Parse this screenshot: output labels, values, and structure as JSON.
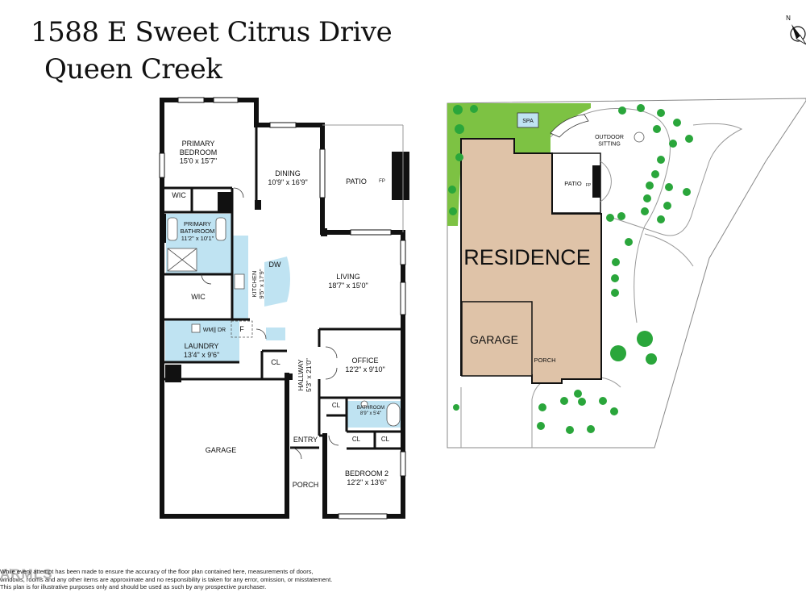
{
  "header": {
    "address_line1": "1588 E Sweet Citrus Drive",
    "address_line2": "Queen Creek"
  },
  "compass": {
    "label": "N"
  },
  "floor_plan": {
    "rooms": [
      {
        "id": "primary-bedroom",
        "name": "PRIMARY\nBEDROOM",
        "dims": "15'0 x 15'7\""
      },
      {
        "id": "dining",
        "name": "DINING",
        "dims": "10'9\" x 16'9\""
      },
      {
        "id": "patio",
        "name": "PATIO"
      },
      {
        "id": "fireplace",
        "name": "FP"
      },
      {
        "id": "wic-top",
        "name": "WIC"
      },
      {
        "id": "primary-bathroom",
        "name": "PRIMARY\nBATHROOM",
        "dims": "11'2\" x 10'1\""
      },
      {
        "id": "kitchen",
        "name": "KITCHEN",
        "dims": "9'5\" x 17'9\""
      },
      {
        "id": "dishwasher",
        "name": "DW"
      },
      {
        "id": "living",
        "name": "LIVING",
        "dims": "18'7\" x 15'0\""
      },
      {
        "id": "wic",
        "name": "WIC"
      },
      {
        "id": "washer-dryer",
        "name": "WM|| DR"
      },
      {
        "id": "fridge",
        "name": "F"
      },
      {
        "id": "laundry",
        "name": "LAUNDRY",
        "dims": "13'4\" x 9'6\""
      },
      {
        "id": "closet-hall",
        "name": "CL"
      },
      {
        "id": "hallway",
        "name": "HALLWAY",
        "dims": "5'3\" x 21'0\""
      },
      {
        "id": "office",
        "name": "OFFICE",
        "dims": "12'2\" x 9'10\""
      },
      {
        "id": "closet-office",
        "name": "CL"
      },
      {
        "id": "bathroom",
        "name": "BATHROOM",
        "dims": "8'9\" x 5'4\""
      },
      {
        "id": "closet-b2-a",
        "name": "CL"
      },
      {
        "id": "closet-b2-b",
        "name": "CL"
      },
      {
        "id": "garage",
        "name": "GARAGE"
      },
      {
        "id": "entry",
        "name": "ENTRY"
      },
      {
        "id": "porch",
        "name": "PORCH"
      },
      {
        "id": "bedroom-2",
        "name": "BEDROOM 2",
        "dims": "12'2\" x 13'6\""
      }
    ]
  },
  "site_plan": {
    "spa": "SPA",
    "outdoor_sitting": "OUTDOOR\nSITTING",
    "patio": "PATIO",
    "fireplace": "FP",
    "residence": "RESIDENCE",
    "garage": "GARAGE",
    "porch": "PORCH"
  },
  "colors": {
    "wall": "#111111",
    "wet_area": "#bfe3f2",
    "residence": "#dfc3a8",
    "lawn": "#7dc243",
    "tree": "#2aa63b"
  },
  "footer": {
    "disclaimer": "While every attempt has been made to ensure the accuracy of the floor plan contained here, measurements of doors, windows, rooms and any other items are approximate and no responsibility is taken for any error, omission, or misstatement. This plan is for illustrative purposes only and should be used as such by any prospective purchaser.",
    "watermark": "ARMLS"
  }
}
